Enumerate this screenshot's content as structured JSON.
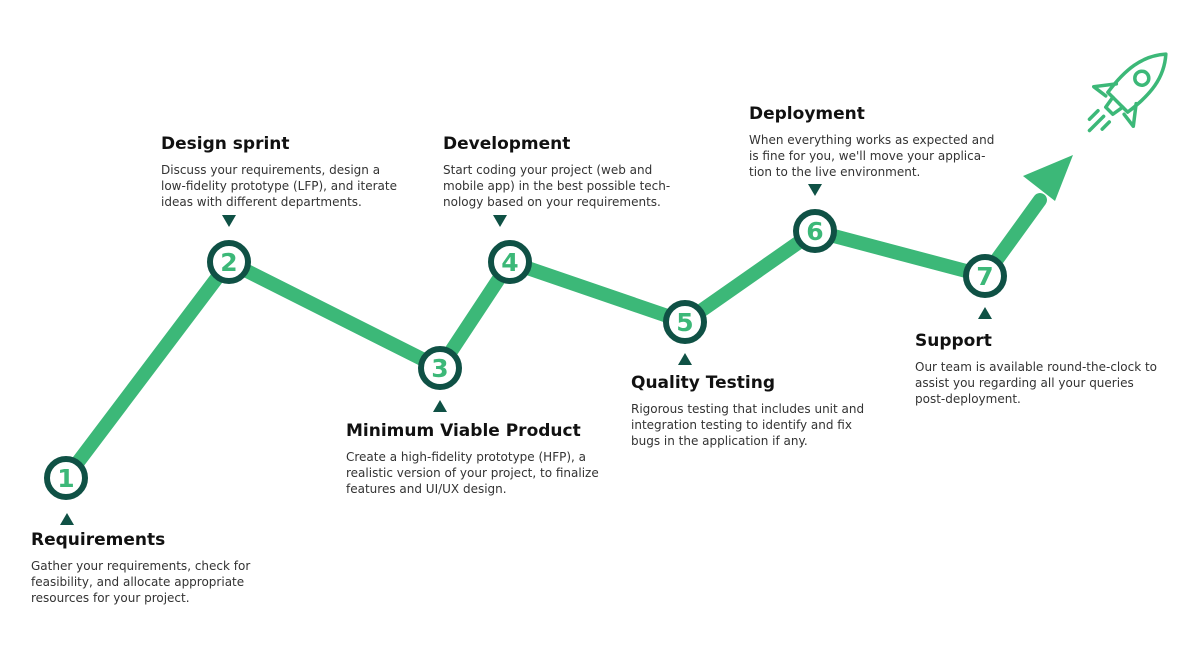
{
  "colors": {
    "path_green": "#3cb878",
    "node_ring": "#0f5145",
    "number_green": "#3cb878",
    "marker": "#0f5145"
  },
  "steps": [
    {
      "number": "1",
      "title": "Requirements",
      "desc": "Gather your requirements, check for\nfeasibility, and allocate appropriate\nresources for your project."
    },
    {
      "number": "2",
      "title": "Design sprint",
      "desc": "Discuss your requirements, design a\nlow-fidelity prototype (LFP), and iterate\nideas with different departments."
    },
    {
      "number": "3",
      "title": "Minimum Viable Product",
      "desc": "Create a high-fidelity prototype (HFP), a\nrealistic version of your project, to finalize\nfeatures and UI/UX design."
    },
    {
      "number": "4",
      "title": "Development",
      "desc": "Start coding your project (web and\nmobile app) in the best possible tech-\nnology based on your requirements."
    },
    {
      "number": "5",
      "title": "Quality Testing",
      "desc": "Rigorous testing that includes unit and\nintegration testing to identify and fix\nbugs in the application if any."
    },
    {
      "number": "6",
      "title": "Deployment",
      "desc": "When everything works as expected and\nis fine for you, we'll move your applica-\ntion to the live environment."
    },
    {
      "number": "7",
      "title": "Support",
      "desc": "Our team is available round-the-clock to\nassist you regarding all your queries\npost-deployment."
    }
  ],
  "icons": {
    "end": "rocket-icon",
    "arrow": "arrow-head-icon"
  }
}
